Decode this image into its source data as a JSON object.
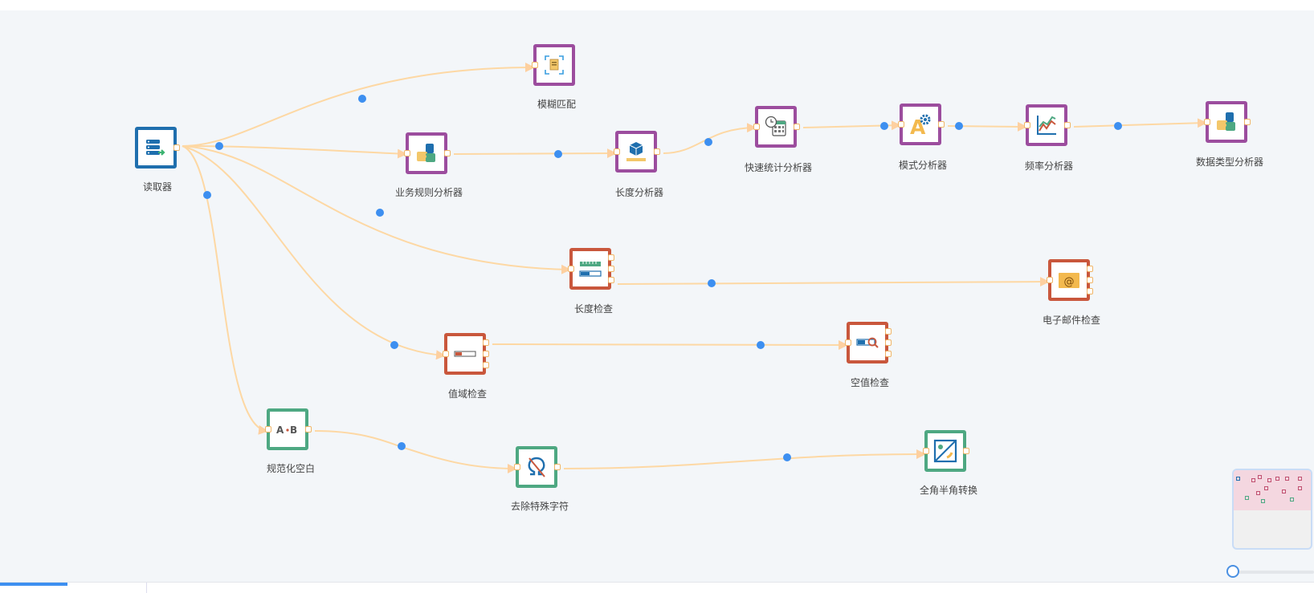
{
  "nodes": [
    {
      "id": "reader",
      "label": "读取器",
      "color": "blue",
      "icon": "database-export-icon"
    },
    {
      "id": "fuzzy",
      "label": "模糊匹配",
      "color": "purple",
      "icon": "document-scan-icon"
    },
    {
      "id": "bizrule",
      "label": "业务规则分析器",
      "color": "purple",
      "icon": "puzzle-icon"
    },
    {
      "id": "lenanalyzer",
      "label": "长度分析器",
      "color": "purple",
      "icon": "box-ruler-icon"
    },
    {
      "id": "quickstat",
      "label": "快速统计分析器",
      "color": "purple",
      "icon": "calendar-clock-icon"
    },
    {
      "id": "pattern",
      "label": "模式分析器",
      "color": "purple",
      "icon": "letter-gear-icon"
    },
    {
      "id": "frequency",
      "label": "频率分析器",
      "color": "purple",
      "icon": "line-chart-icon"
    },
    {
      "id": "datatype",
      "label": "数据类型分析器",
      "color": "purple",
      "icon": "puzzle-icon"
    },
    {
      "id": "lencheck",
      "label": "长度检查",
      "color": "red",
      "icon": "ruler-bar-icon"
    },
    {
      "id": "email",
      "label": "电子邮件检查",
      "color": "red",
      "icon": "email-at-icon"
    },
    {
      "id": "range",
      "label": "值域检查",
      "color": "red",
      "icon": "range-bar-icon"
    },
    {
      "id": "nullcheck",
      "label": "空值检查",
      "color": "red",
      "icon": "magnifier-bar-icon"
    },
    {
      "id": "normspace",
      "label": "规范化空白",
      "color": "green",
      "icon": "a-b-icon"
    },
    {
      "id": "removespecial",
      "label": "去除特殊字符",
      "color": "green",
      "icon": "omega-strike-icon"
    },
    {
      "id": "fullhalf",
      "label": "全角半角转换",
      "color": "green",
      "icon": "image-convert-icon"
    }
  ],
  "colors": {
    "purple": "#9c4d9e",
    "blue": "#1f6fae",
    "red": "#c9573c",
    "green": "#4ea882",
    "edge": "#fdd8a4",
    "handle": "#3d8ff0",
    "canvas": "#f3f6f9"
  },
  "zoom": {
    "level": 0
  }
}
